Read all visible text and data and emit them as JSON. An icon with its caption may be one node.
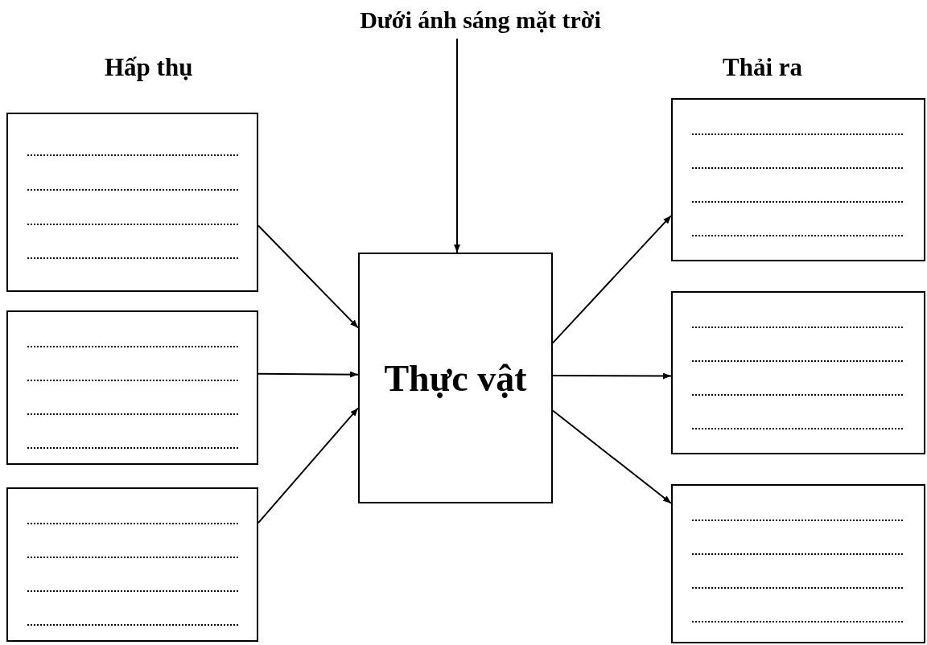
{
  "diagram": {
    "nodes": [
      {
        "text": [
          "Dưới ánh sáng mặt trời"
        ]
      },
      {
        "text": [],
        "shape": "box"
      },
      {
        "text": [],
        "shape": "box"
      },
      {
        "text": [],
        "shape": "box"
      },
      {
        "text": [
          "Thực vật"
        ]
      },
      {
        "text": [],
        "shape": "box"
      },
      {
        "text": [],
        "shape": "box"
      },
      {
        "text": [],
        "shape": "box"
      }
    ],
    "edges": [
      {
        "from": 0,
        "to": 4,
        "arrow": "to"
      },
      {
        "from": 1,
        "to": 4,
        "arrow": "to"
      },
      {
        "from": 2,
        "to": 4,
        "arrow": "to"
      },
      {
        "from": 3,
        "to": 4,
        "arrow": "to"
      },
      {
        "from": 4,
        "to": 5,
        "arrow": "to"
      },
      {
        "from": 4,
        "to": 6,
        "arrow": "to"
      },
      {
        "from": 4,
        "to": 7,
        "arrow": "to"
      }
    ],
    "labels": [
      "Hấp thụ",
      "Thải ra"
    ]
  }
}
